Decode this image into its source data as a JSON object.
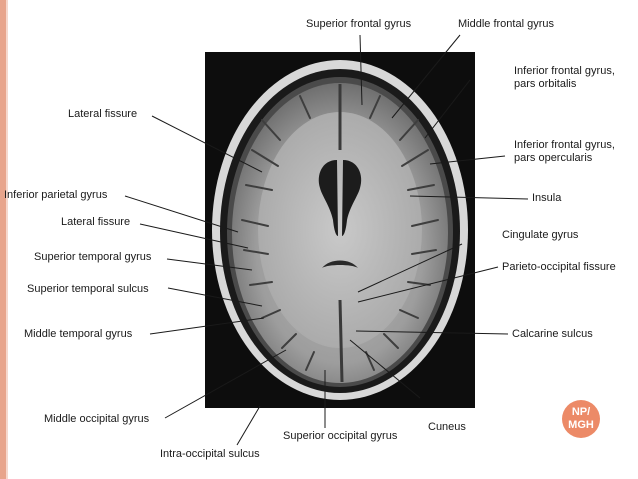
{
  "labels": {
    "superior_frontal_gyrus": "Superior frontal gyrus",
    "middle_frontal_gyrus": "Middle frontal gyrus",
    "inferior_frontal_pars_orbitalis": [
      "Inferior frontal gyrus,",
      "pars orbitalis"
    ],
    "lateral_fissure_top": "Lateral fissure",
    "inferior_frontal_pars_opercularis": [
      "Inferior frontal gyrus,",
      "pars opercularis"
    ],
    "inferior_parietal_gyrus": "Inferior parietal gyrus",
    "insula": "Insula",
    "lateral_fissure_mid": "Lateral fissure",
    "cingulate_gyrus": "Cingulate gyrus",
    "superior_temporal_gyrus": "Superior temporal gyrus",
    "parieto_occipital_fissure": "Parieto-occipital fissure",
    "superior_temporal_sulcus": "Superior temporal sulcus",
    "middle_temporal_gyrus": "Middle temporal gyrus",
    "calcarine_sulcus": "Calcarine sulcus",
    "middle_occipital_gyrus": "Middle occipital gyrus",
    "cuneus": "Cuneus",
    "superior_occipital_gyrus": "Superior occipital gyrus",
    "intra_occipital_sulcus": "Intra-occipital sulcus"
  },
  "badge": [
    "NP/",
    "MGH"
  ],
  "colors": {
    "accent": "#e8a48b",
    "badge": "#ec8a67",
    "leader": "#1a1a1a"
  }
}
